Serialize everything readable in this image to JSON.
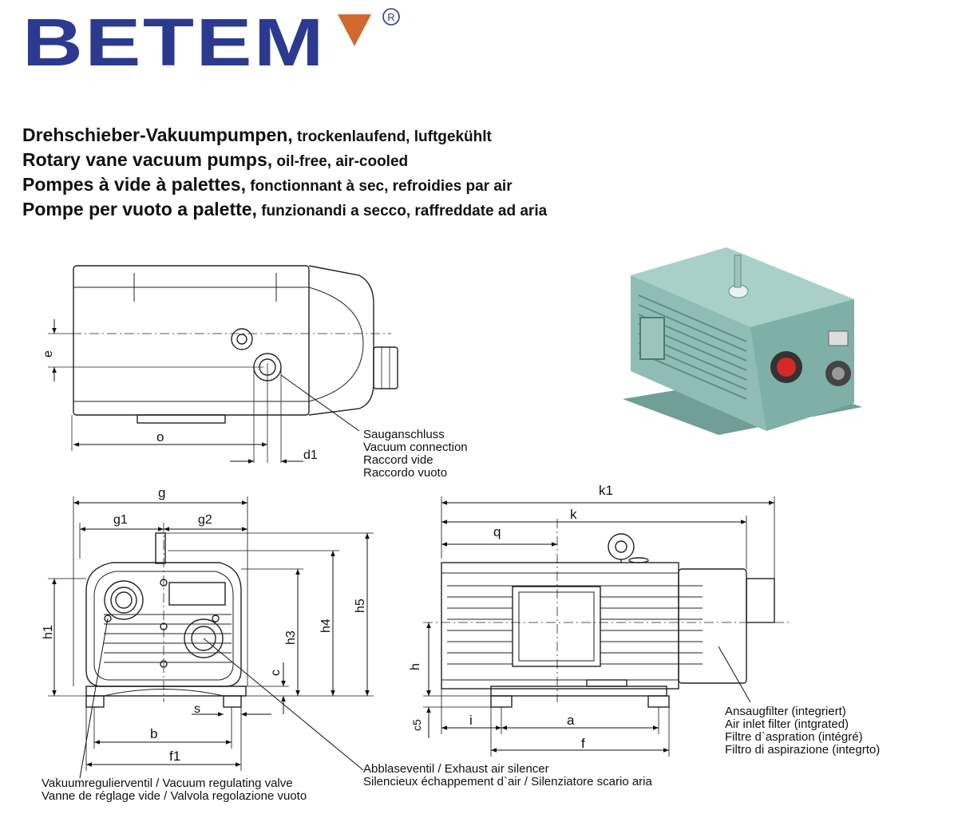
{
  "brand": {
    "name": "BETEM",
    "registered": "®"
  },
  "titles": [
    {
      "bold": "Drehschieber-Vakuumpumpen,",
      "rest": " trockenlaufend, luftgekühlt"
    },
    {
      "bold": "Rotary vane vacuum pumps,",
      "rest": " oil-free, air-cooled"
    },
    {
      "bold": "Pompes à vide à palettes,",
      "rest": " fonctionnant à sec, refroidies par air"
    },
    {
      "bold": "Pompe per vuoto a palette,",
      "rest": " funzionandi a secco, raffreddate ad aria"
    }
  ],
  "dimensions": {
    "e": "e",
    "o": "o",
    "d1": "d1",
    "g": "g",
    "g1": "g1",
    "g2": "g2",
    "h1": "h1",
    "h3": "h3",
    "h4": "h4",
    "h5": "h5",
    "c": "c",
    "s": "s",
    "b": "b",
    "f1": "f1",
    "k1": "k1",
    "k": "k",
    "q": "q",
    "h": "h",
    "c5": "c5",
    "i": "i",
    "a": "a",
    "f": "f"
  },
  "notes": {
    "vacuum_connection": [
      "Sauganschluss",
      "Vacuum connection",
      "Raccord vide",
      "Raccordo vuoto"
    ],
    "air_inlet_filter": [
      "Ansaugfilter (integriert)",
      "Air inlet filter (intgrated)",
      "Filtre d`aspration (intégré)",
      "Filtro di aspirazione (integrto)"
    ],
    "exhaust": [
      "Abblaseventil / Exhaust air silencer",
      "Silencieux échappement d`air / Silenziatore scario aria"
    ],
    "regulating_valve": [
      "Vakuumregulierventil / Vacuum regulating valve",
      "Vanne de réglage vide / Valvola regolazione vuoto"
    ]
  },
  "colors": {
    "brand_blue": "#2b3a8f",
    "brand_orange": "#d2692e",
    "pump_body": "#8fbcb4"
  }
}
